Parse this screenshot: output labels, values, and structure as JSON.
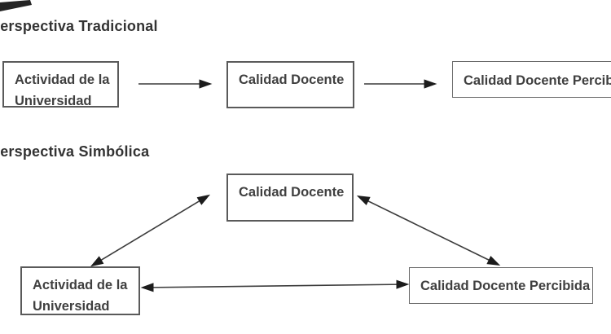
{
  "diagram": {
    "type": "flow-diagram",
    "language": "es",
    "colors": {
      "box_border": "#5a5a5a",
      "text": "#404040",
      "arrow": "#3c3c3c"
    },
    "traditional": {
      "title": "Perspectiva Tradicional",
      "box_activity": {
        "line1": "Actividad de la",
        "line2": "Universidad"
      },
      "box_quality": "Calidad Docente",
      "box_perceived": "Calidad Docente Percibida"
    },
    "symbolic": {
      "title": "Perspectiva Simbólica",
      "box_quality": "Calidad Docente",
      "box_activity": {
        "line1": "Actividad de la",
        "line2": "Universidad"
      },
      "box_perceived": "Calidad Docente Percibida"
    },
    "arrows": [
      {
        "section": "traditional",
        "from": "Actividad de la Universidad",
        "to": "Calidad Docente",
        "bidirectional": false
      },
      {
        "section": "traditional",
        "from": "Calidad Docente",
        "to": "Calidad Docente Percibida",
        "bidirectional": false
      },
      {
        "section": "symbolic",
        "from": "Actividad de la Universidad",
        "to": "Calidad Docente",
        "bidirectional": true
      },
      {
        "section": "symbolic",
        "from": "Calidad Docente",
        "to": "Calidad Docente Percibida",
        "bidirectional": true
      },
      {
        "section": "symbolic",
        "from": "Actividad de la Universidad",
        "to": "Calidad Docente Percibida",
        "bidirectional": true
      }
    ]
  }
}
